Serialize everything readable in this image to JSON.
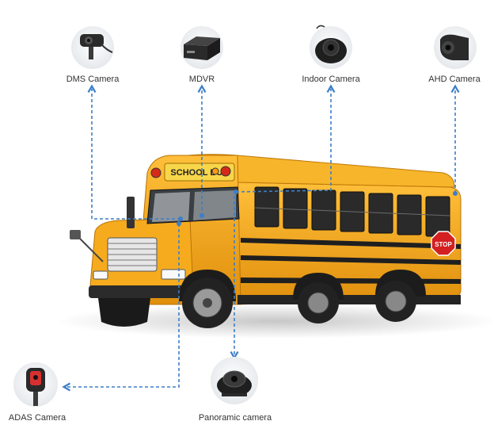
{
  "colors": {
    "connector": "#3d7fc7",
    "bus_body": "#f5a91c",
    "bus_stripe": "#1f1f1f",
    "icon_circle": "#eef0f3",
    "label_text": "#333333"
  },
  "bus": {
    "sign_text": "SCHOOL BUS",
    "stop_sign_text": "STOP"
  },
  "devices": [
    {
      "id": "dms",
      "label": "DMS Camera",
      "icon": "dms-camera-icon"
    },
    {
      "id": "mdvr",
      "label": "MDVR",
      "icon": "mdvr-icon"
    },
    {
      "id": "indoor",
      "label": "Indoor Camera",
      "icon": "dome-camera-icon"
    },
    {
      "id": "ahd",
      "label": "AHD Camera",
      "icon": "ahd-camera-icon"
    },
    {
      "id": "adas",
      "label": "ADAS Camera",
      "icon": "adas-camera-icon"
    },
    {
      "id": "panoramic",
      "label": "Panoramic camera",
      "icon": "panoramic-dome-camera-icon"
    }
  ]
}
